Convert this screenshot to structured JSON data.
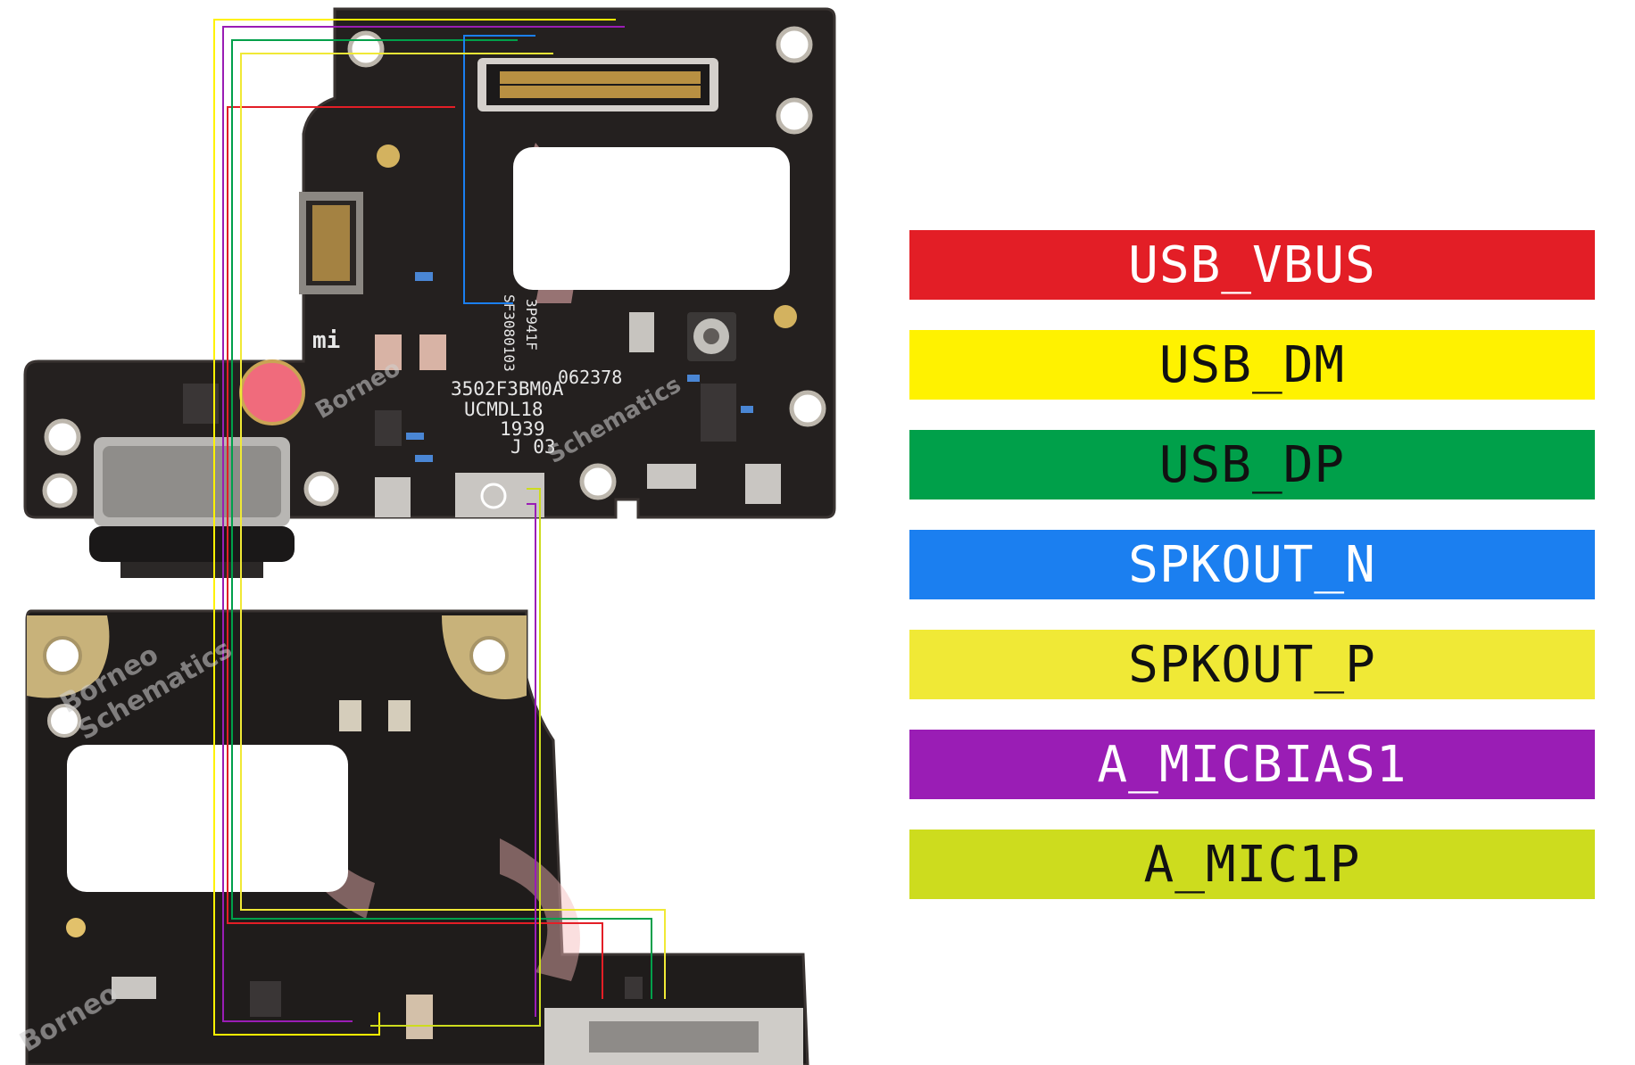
{
  "board": {
    "logo": "mi",
    "markings": [
      "3502F3BM0A",
      "UCMDL18",
      "1939",
      "J 03",
      "062378",
      "SF3080103",
      "3P941F"
    ],
    "watermark_lines": [
      "Borneo",
      "Schematics"
    ]
  },
  "legend": [
    {
      "label": "USB_VBUS",
      "color": "#e31e26",
      "text_color": "#ffffff"
    },
    {
      "label": "USB_DM",
      "color": "#fff200",
      "text_color": "#111111"
    },
    {
      "label": "USB_DP",
      "color": "#00a04a",
      "text_color": "#111111"
    },
    {
      "label": "SPKOUT_N",
      "color": "#1b7ff0",
      "text_color": "#ffffff"
    },
    {
      "label": "SPKOUT_P",
      "color": "#f0e936",
      "text_color": "#111111"
    },
    {
      "label": "A_MICBIAS1",
      "color": "#9a1db5",
      "text_color": "#ffffff"
    },
    {
      "label": "A_MIC1P",
      "color": "#cddc1e",
      "text_color": "#111111"
    }
  ]
}
